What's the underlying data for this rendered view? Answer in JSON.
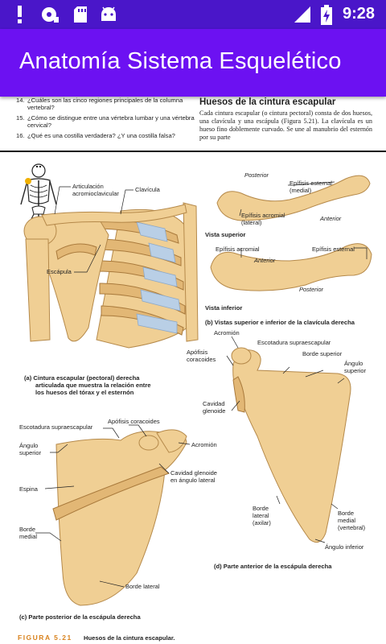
{
  "status_bar": {
    "time": "9:28",
    "icons": [
      "alert-icon",
      "sync-icon",
      "sd-card-icon",
      "android-icon",
      "signal-icon",
      "battery-charging-icon"
    ]
  },
  "app_bar": {
    "title": "Anatomía Sistema Esquelético"
  },
  "page": {
    "questions": [
      {
        "num": "14.",
        "text": "¿Cuáles son las cinco regiones principales de la columna vertebral?"
      },
      {
        "num": "15.",
        "text": "¿Cómo se distingue entre una vértebra lumbar y una vértebra cervical?"
      },
      {
        "num": "16.",
        "text": "¿Qué es una costilla verdadera? ¿Y una costilla falsa?"
      }
    ],
    "section_title": "Huesos de la cintura escapular",
    "section_body": "Cada cintura escapular (o cintura pectoral) consta de dos huesos, una clavícula y una escápula (Figura 5.21). La clavícula es un hueso fino doblemente curvado. Se une al manubrio del esternón por su parte"
  },
  "figure": {
    "panel_a": {
      "labels": {
        "articulacion": [
          "Articulación",
          "acromioclavicular"
        ],
        "clavicula": "Clavícula",
        "escapula": "Escápula"
      },
      "caption": [
        "(a) Cintura escapular (pectoral) derecha",
        "articulada que muestra la relación entre",
        "los huesos del tórax y el esternón"
      ]
    },
    "panel_b": {
      "top": {
        "posterior": "Posterior",
        "epifisis_esternal": [
          "Epífisis esternal",
          "(medial)"
        ],
        "epifisis_acromial": [
          "Epífisis acromial",
          "(lateral)"
        ],
        "anterior": "Anterior",
        "view": "Vista superior"
      },
      "bottom": {
        "epifisis_acromial": "Epífisis acromial",
        "epifisis_esternal": "Epífisis esternal",
        "anterior": "Anterior",
        "posterior": "Posterior",
        "view": "Vista inferior"
      },
      "caption": "(b) Vistas superior e inferior de la clavícula derecha"
    },
    "panel_c": {
      "labels": {
        "escotadura": "Escotadura supraescapular",
        "apofisis": "Apófisis coracoides",
        "angulo": [
          "Ángulo",
          "superior"
        ],
        "acromion": "Acromión",
        "espina": "Espina",
        "cavidad": [
          "Cavidad glenoide",
          "en ángulo lateral"
        ],
        "borde_medial": [
          "Borde",
          "medial"
        ],
        "borde_lateral": "Borde lateral"
      },
      "caption": "(c) Parte posterior de la escápula derecha"
    },
    "panel_d": {
      "labels": {
        "acromion": "Acromión",
        "escotadura": "Escotadura supraescapular",
        "apofisis": [
          "Apófisis",
          "coracoides"
        ],
        "borde_superior": "Borde superior",
        "angulo_superior": [
          "Ángulo",
          "superior"
        ],
        "cavidad": [
          "Cavidad",
          "glenoide"
        ],
        "borde_lateral": [
          "Borde",
          "lateral",
          "(axilar)"
        ],
        "borde_medial": [
          "Borde",
          "medial",
          "(vertebral)"
        ],
        "angulo_inferior": "Ángulo inferior"
      },
      "caption": "(d) Parte anterior de la escápula derecha"
    },
    "figure_label": "FIGURA 5.21",
    "figure_title": "Huesos de la cintura escapular."
  },
  "colors": {
    "status_bar": "#4a16c9",
    "app_bar": "#6c11f2",
    "bone": "#f0cf94",
    "cartilage": "#b9cfe6",
    "figure_label": "#d9831f"
  }
}
